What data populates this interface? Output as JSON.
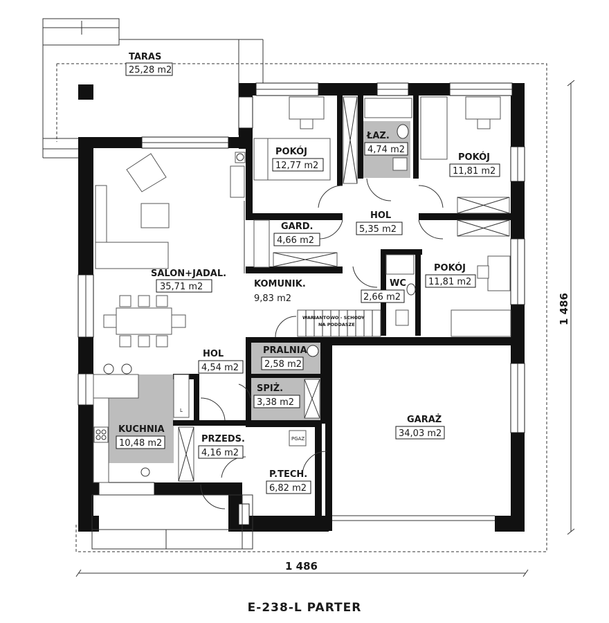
{
  "rooms": [
    {
      "id": "taras",
      "name": "TARAS",
      "area": "25,28 m2"
    },
    {
      "id": "pokoj1",
      "name": "POKÓJ",
      "area": "12,77 m2"
    },
    {
      "id": "laz",
      "name": "ŁAZ.",
      "area": "4,74 m2"
    },
    {
      "id": "pokoj2",
      "name": "POKÓJ",
      "area": "11,81 m2"
    },
    {
      "id": "hol1",
      "name": "HOL",
      "area": "5,35 m2"
    },
    {
      "id": "gard",
      "name": "GARD.",
      "area": "4,66 m2"
    },
    {
      "id": "pokoj3",
      "name": "POKÓJ",
      "area": "11,81 m2"
    },
    {
      "id": "salon",
      "name": "SALON+JADAL.",
      "area": "35,71 m2"
    },
    {
      "id": "komunik",
      "name": "KOMUNIK.",
      "area": "9,83 m2"
    },
    {
      "id": "wc",
      "name": "WC",
      "area": "2,66 m2"
    },
    {
      "id": "hol2",
      "name": "HOL",
      "area": "4,54 m2"
    },
    {
      "id": "pralnia",
      "name": "PRALNIA",
      "area": "2,58 m2"
    },
    {
      "id": "spiz",
      "name": "SPIŻ.",
      "area": "3,38 m2"
    },
    {
      "id": "garaz",
      "name": "GARAŻ",
      "area": "34,03 m2"
    },
    {
      "id": "kuchnia",
      "name": "KUCHNIA",
      "area": "10,48 m2"
    },
    {
      "id": "przeds",
      "name": "PRZEDS.",
      "area": "4,16 m2"
    },
    {
      "id": "ptech",
      "name": "P.TECH.",
      "area": "6,82 m2"
    }
  ],
  "stairs_note_line1": "WARIANTOWO - SCHODY",
  "stairs_note_line2": "NA PODDASZE",
  "fixture_pgaz": "PGAZ",
  "fixture_l": "L",
  "dimension_width": "1 486",
  "dimension_height": "1 486",
  "caption": "E-238-L PARTER",
  "colors": {
    "wall": "#111111",
    "shaded_room": "#bdbdbd",
    "lines": "#333333"
  }
}
